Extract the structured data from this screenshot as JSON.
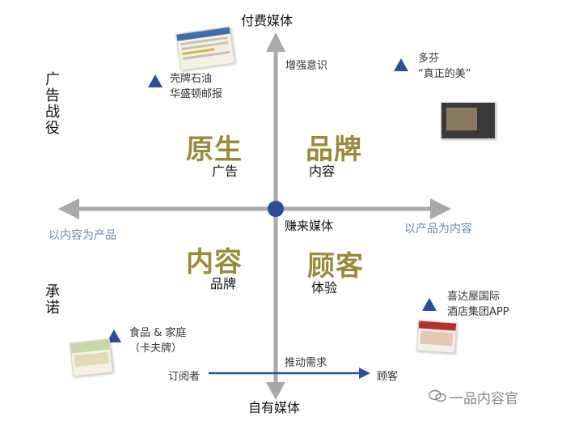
{
  "axes": {
    "top": "付费媒体",
    "bottom": "自有媒体",
    "center": "赚来媒体",
    "left": "以内容为产品",
    "right": "以产品为内容",
    "up_arrow": "增强意识",
    "bottom_arrow": "推动需求",
    "bottom_arrow_start": "订阅者",
    "bottom_arrow_end": "顾客"
  },
  "side_labels": {
    "upper": "广告战役",
    "lower": "承诺"
  },
  "quadrants": {
    "top_left": {
      "big": "原生",
      "small": "广告"
    },
    "top_right": {
      "big": "品牌",
      "small": "内容"
    },
    "bottom_left": {
      "big": "内容",
      "small": "品牌"
    },
    "bottom_right": {
      "big": "顾客",
      "small": "体验"
    }
  },
  "examples": {
    "shell": [
      "壳牌石油",
      "华盛顿邮报"
    ],
    "dove": [
      "多芬",
      "“真正的美”"
    ],
    "food": [
      "食品 & 家庭",
      "（卡夫牌）"
    ],
    "hotel": [
      "喜达屋国际",
      "酒店集团APP"
    ]
  },
  "watermark": "一品内容官",
  "colors": {
    "axis": "#a9a9a9",
    "accent": "#9a8a3c",
    "marker": "#2a4f9a",
    "dot": "#2a4f9a"
  }
}
